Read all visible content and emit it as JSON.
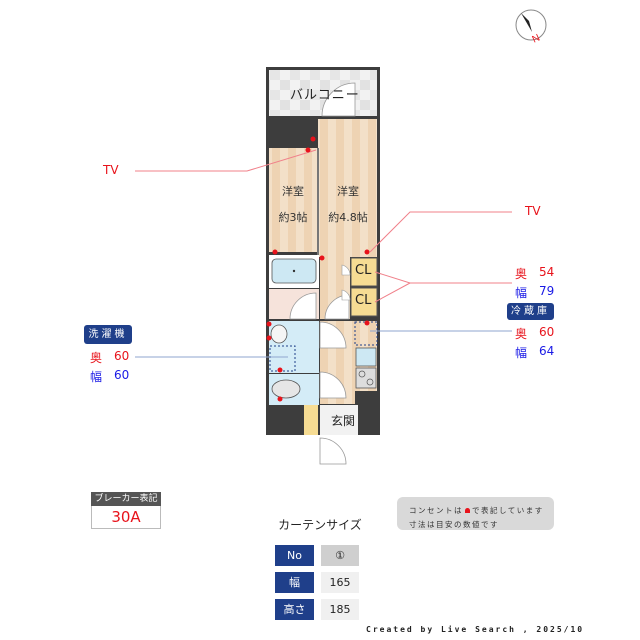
{
  "floorplan": {
    "rooms": {
      "balcony": "バルコニー",
      "western_room_a": {
        "name": "洋室",
        "size": "約3帖"
      },
      "western_room_b": {
        "name": "洋室",
        "size": "約4.8帖"
      },
      "closet_1": "CL",
      "closet_2": "CL",
      "entrance": "玄関"
    },
    "compass": {
      "label": "N",
      "icon": "compass-icon"
    },
    "colors": {
      "wall": "#3d3d3d",
      "floor_wood": "#f1dcc3",
      "water_area": "#d4ecf7",
      "closet": "#f6dc93",
      "outlet": "#e8131b",
      "tag_bg": "#1f3f8a"
    }
  },
  "annotations": {
    "tv_left": "TV",
    "tv_right": "TV",
    "closet_dims": {
      "depth_label": "奥",
      "depth": "54",
      "width_label": "幅",
      "width": "79"
    },
    "fridge": {
      "tag": "冷蔵庫",
      "depth_label": "奥",
      "depth": "60",
      "width_label": "幅",
      "width": "64"
    },
    "washer": {
      "tag": "洗濯機",
      "depth_label": "奥",
      "depth": "60",
      "width_label": "幅",
      "width": "60"
    }
  },
  "breaker": {
    "label": "ブレーカー表記",
    "value": "30A"
  },
  "note": {
    "line1_prefix": "コンセントは",
    "line1_suffix": "で表記しています",
    "line2": "寸法は目安の数値です"
  },
  "curtain": {
    "title": "カーテンサイズ",
    "rows": [
      {
        "header": "No",
        "value": "①"
      },
      {
        "header": "幅",
        "value": "165"
      },
      {
        "header": "高さ",
        "value": "185"
      }
    ]
  },
  "credit": "Created by Live Search , 2025/10"
}
